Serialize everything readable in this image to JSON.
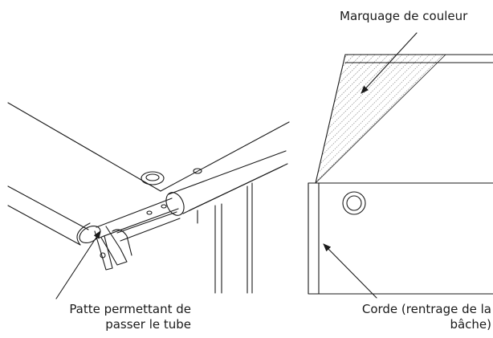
{
  "labels": {
    "marquage": "Marquage de couleur",
    "patte_line1": "Patte permettant de",
    "patte_line2": "passer le tube",
    "corde_line1": "Corde (rentrage de la",
    "corde_line2": "bâche)"
  },
  "colors": {
    "stroke": "#1a1a1a",
    "background": "#ffffff"
  },
  "icons": [
    "arrow-icon"
  ]
}
